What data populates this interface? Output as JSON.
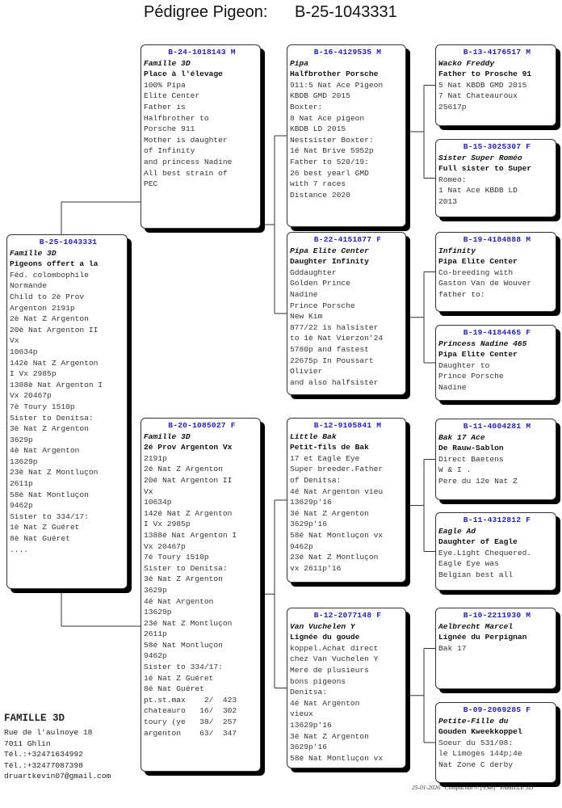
{
  "header": {
    "label": "Pédigree Pigeon:",
    "ring": "B-25-1043331"
  },
  "pigeons": [
    {
      "ring": "B-25-1043331",
      "name": "Famille 3D",
      "sub": "Pigeons offert a la",
      "lines": [
        "Féd. colombophile",
        "Normande",
        "Child to 2è Prov",
        "Argenton 2191p",
        "2è Nat Z Argenton",
        "20è Nat Argenton II",
        "Vx",
        "10634p",
        "142è Nat Z Argenton",
        "I Vx 2985p",
        "1388è Nat Argenton I",
        "Vx 20467p",
        "7è Toury 1510p",
        "Sister to Denitsa:",
        "3è Nat Z Argenton",
        "3629p",
        "4è Nat Argenton",
        "13629p",
        "23è Nat Z Montluçon",
        "2611p",
        "58è Nat Montluçon",
        "9462p",
        "Sister to 334/17:",
        "1è Nat Z Guéret",
        "8è Nat Guéret",
        "...."
      ]
    },
    {
      "ring": "B-24-1018143 M",
      "name": "Famille 3D",
      "sub": "Place à l'élevage",
      "lines": [
        "100% Pipa",
        "Elite Center",
        "Father is",
        "Halfbrother to",
        "Porsche 911",
        "Mother is daughter",
        "of Infinity",
        "and princess Nadine",
        "All best strain of",
        "PEC"
      ]
    },
    {
      "ring": "B-20-1085027 F",
      "name": "Famille 3D",
      "sub": "2é Prov Argenton Vx",
      "lines": [
        "2191p",
        "2é Nat Z Argenton",
        "20é Nat Argenton II",
        "Vx",
        "10634p",
        "142é Nat Z Argenton",
        "I Vx 2985p",
        "1388é Nat Argenton I",
        "Vx 20467p",
        "7é Toury 1510p",
        "Sister to Denitsa:",
        "3é Nat Z Argenton",
        "3629p",
        "4é Nat Argenton",
        "13629p",
        "23é Nat Z Montluçon",
        "2611p",
        "58é Nat Montluçon",
        "9462p",
        "Sister to 334/17:",
        "1é Nat Z Guéret",
        "8é Nat Guéret",
        "pt.st.max    2/  423",
        "chateauro   16/  302",
        "toury (ye   38/  257",
        "argenton    63/  347"
      ]
    },
    {
      "ring": "B-16-4129535 M",
      "name": "Pipa",
      "sub": "Halfbrother Porsche",
      "lines": [
        "911:5 Nat Ace Pigeon",
        "KBDB GMD 2015",
        "Boxter:",
        "8 Nat Ace pigeon",
        "KBDB LD 2015",
        "Nestsister Boxter:",
        "1é Nat Brive 5952p",
        "Father to 520/19:",
        "26 best yearl GMD",
        "with 7 races",
        "Distance 2020"
      ]
    },
    {
      "ring": "B-22-4151877 F",
      "name": "Pipa Elite Center",
      "sub": "Daughter Infinity",
      "lines": [
        "Gddaughter",
        "Golden Prince",
        "Nadine",
        "Prince Porsche",
        "New Kim",
        "877/22 is halsister",
        "to 1è Nat Vierzon'24",
        "5780p and fastest",
        "22675p In Poussart",
        "Olivier",
        "and also halfsister"
      ]
    },
    {
      "ring": "B-12-9105841 M",
      "name": "Little Bak",
      "sub": "Petit-fils de Bak",
      "lines": [
        "17 et Eagle Eye",
        "Super breeder.Father",
        "of Denitsa:",
        "4é Nat Argenton vieu",
        "13629p'16",
        "3é Nat Z Argenton",
        "3629p'16",
        "58é Nat Montluçon vx",
        "9462p",
        "23é Nat Z Montluçon",
        "vx 2611p'16"
      ]
    },
    {
      "ring": "B-12-2077148 F",
      "name": "Van Vuchelen Y",
      "sub": "Lignée du goude",
      "lines": [
        "koppel.Achat direct",
        "chez Van Vuchelen Y",
        "Mere de plusieurs",
        "bons pigeons",
        "Denitsa:",
        "4é Nat Argenton",
        "vieux",
        "13629p'16",
        "3é Nat Z Argenton",
        "3629p'16",
        "58é Nat Montluçon vx"
      ]
    },
    {
      "ring": "B-13-4176517 M",
      "name": "Wacko Freddy",
      "sub": "Father to Prosche 91",
      "lines": [
        "5 Nat KBDB GMD 2015",
        "7 Nat Chateauroux",
        "25617p"
      ]
    },
    {
      "ring": "B-15-3025307 F",
      "name": "Sister Super Roméo",
      "sub": "Full sister to Super",
      "lines": [
        "Romeo:",
        "1 Nat Ace KBDB LD",
        "2013"
      ]
    },
    {
      "ring": "B-19-4184888 M",
      "name": "Infinity",
      "sub": "Pipa Elite Center",
      "lines": [
        "Co-breeding with",
        "Gaston Van de Wouver",
        "father to:"
      ]
    },
    {
      "ring": "B-19-4184465 F",
      "name": "Princess Nadine 465",
      "sub": "Pipa Elite Center",
      "lines": [
        "Daughter to",
        "Prince Porsche",
        "Nadine"
      ]
    },
    {
      "ring": "B-11-4004281 M",
      "name": "Bak 17 Ace",
      "sub": "De Rauw-Sablon",
      "lines": [
        "Direct Baetens",
        "W & I .",
        "Pere du 12e Nat Z"
      ]
    },
    {
      "ring": "B-11-4312812 F",
      "name": "Eagle Ad",
      "sub": "Daughter of Eagle",
      "lines": [
        "Eye.Light Chequered.",
        "Eagle Eye was",
        "Belgian best all"
      ]
    },
    {
      "ring": "B-10-2211930 M",
      "name": "Aelbrecht Marcel",
      "sub": "Lignée du Perpignan",
      "lines": [
        "Bak 17"
      ]
    },
    {
      "ring": "B-09-2069285 F",
      "name": "Petite-Fille du",
      "sub": "Gouden Kweekkoppel",
      "lines": [
        "Soeur du 531/08:",
        "le Limoges 144p;4e",
        "Nat Zone C derby"
      ]
    }
  ],
  "owner": {
    "name": "FAMILLE 3D",
    "lines": [
      "Rue de l'aulnoye 18",
      "7011  Ghlin",
      "Tél.:+32471634992",
      "Tél.:+32477087398",
      "druartkevin07@gmail.com"
    ]
  },
  "footer": "25-01-2026   Compuclub © [9.48]   FAMILLE 3D"
}
